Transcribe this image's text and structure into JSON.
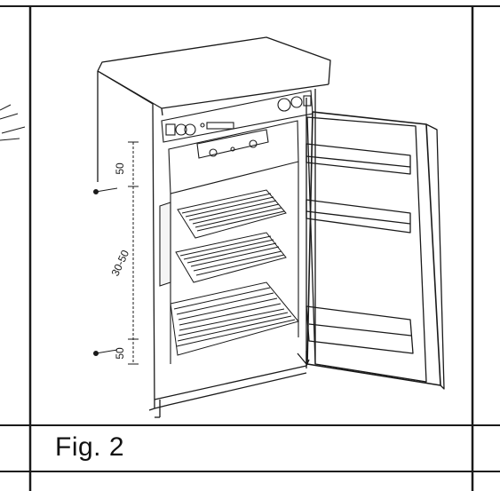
{
  "figure": {
    "caption": "Fig. 2",
    "dimension_labels": {
      "top_gap": "50",
      "middle_range": "30-50",
      "bottom_gap": "50"
    }
  },
  "colors": {
    "line": "#1a1a1a",
    "background": "#ffffff"
  }
}
